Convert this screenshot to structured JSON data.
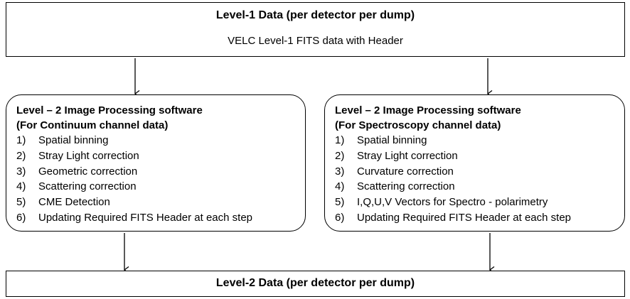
{
  "level1": {
    "title": "Level-1 Data (per detector per dump)",
    "subtitle": "VELC Level-1 FITS data with Header"
  },
  "continuum": {
    "heading_line1": "Level – 2 Image Processing software",
    "heading_line2": "(For Continuum  channel data)",
    "steps": [
      {
        "num": "1)",
        "label": "Spatial binning"
      },
      {
        "num": "2)",
        "label": "Stray Light correction"
      },
      {
        "num": "3)",
        "label": "Geometric correction"
      },
      {
        "num": "4)",
        "label": "Scattering correction"
      },
      {
        "num": "5)",
        "label": "CME  Detection"
      },
      {
        "num": "6)",
        "label": "Updating Required FITS Header at each step"
      }
    ]
  },
  "spectroscopy": {
    "heading_line1": "Level – 2 Image Processing software",
    "heading_line2": "(For Spectroscopy channel data)",
    "steps": [
      {
        "num": "1)",
        "label": "Spatial binning"
      },
      {
        "num": "2)",
        "label": "Stray Light correction"
      },
      {
        "num": "3)",
        "label": "Curvature correction"
      },
      {
        "num": "4)",
        "label": "Scattering correction"
      },
      {
        "num": "5)",
        "label": "I,Q,U,V Vectors for Spectro - polarimetry"
      },
      {
        "num": "6)",
        "label": "Updating Required FITS Header at each step"
      }
    ]
  },
  "level2": {
    "title": "Level-2 Data (per detector per dump)"
  }
}
